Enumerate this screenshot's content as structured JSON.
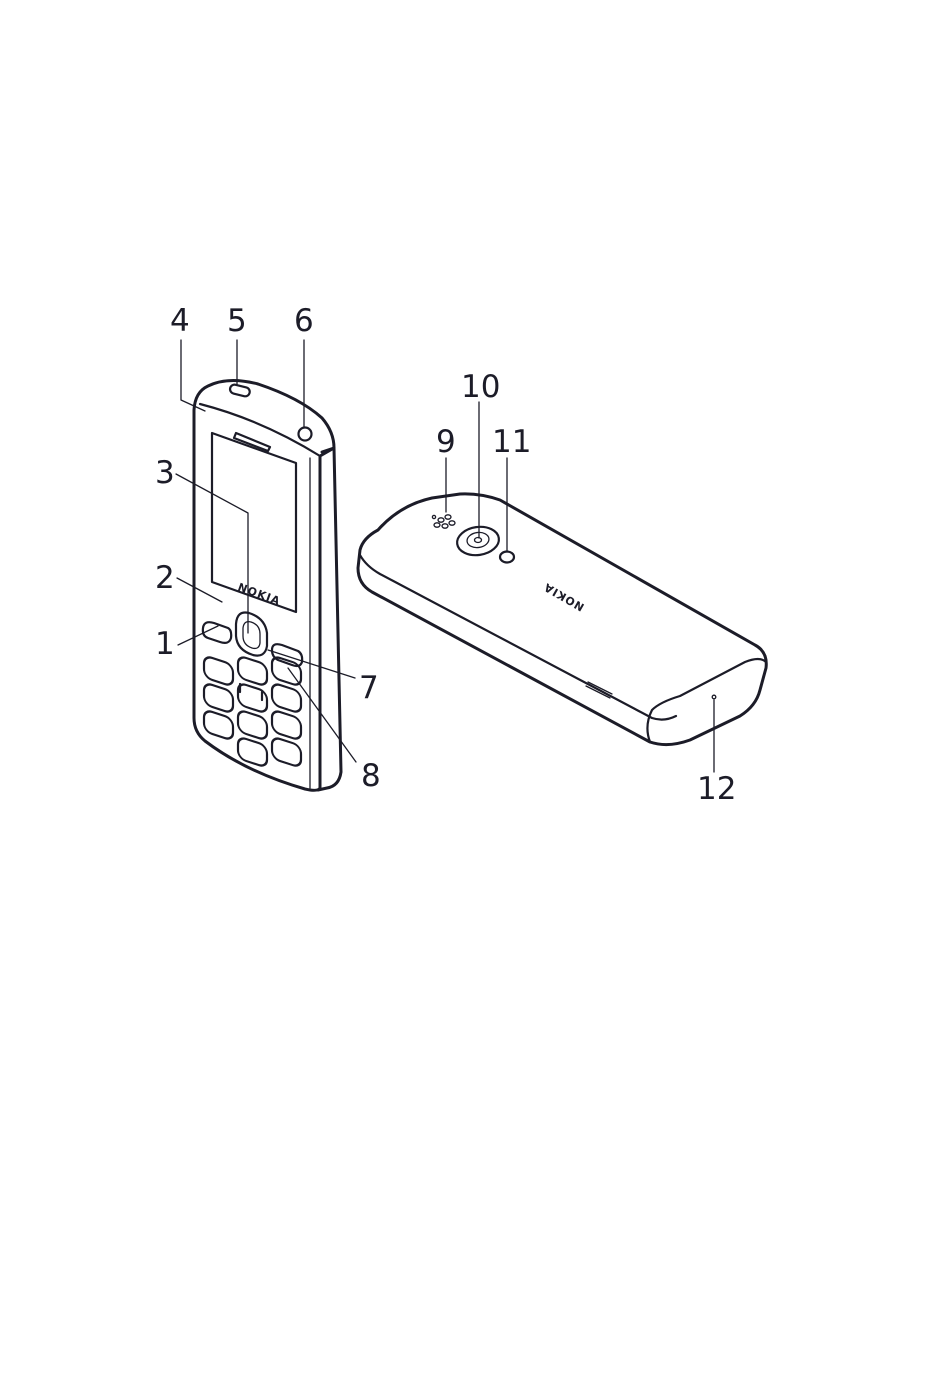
{
  "diagram": {
    "callouts": [
      {
        "id": "1",
        "label": "1"
      },
      {
        "id": "2",
        "label": "2"
      },
      {
        "id": "3",
        "label": "3"
      },
      {
        "id": "4",
        "label": "4"
      },
      {
        "id": "5",
        "label": "5"
      },
      {
        "id": "6",
        "label": "6"
      },
      {
        "id": "7",
        "label": "7"
      },
      {
        "id": "8",
        "label": "8"
      },
      {
        "id": "9",
        "label": "9"
      },
      {
        "id": "10",
        "label": "10"
      },
      {
        "id": "11",
        "label": "11"
      },
      {
        "id": "12",
        "label": "12"
      }
    ],
    "front_brand": "NOKIA",
    "back_brand": "NOKIA",
    "colors": {
      "stroke": "#1c1c28",
      "background": "#ffffff"
    }
  }
}
